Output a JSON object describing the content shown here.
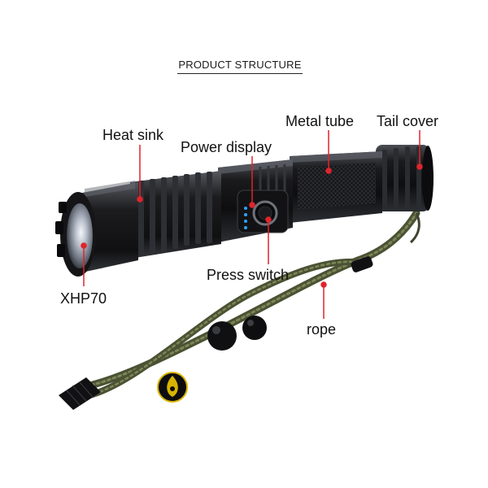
{
  "title": "PRODUCT STRUCTURE",
  "labels": {
    "heat_sink": "Heat sink",
    "power_display": "Power display",
    "metal_tube": "Metal tube",
    "tail_cover": "Tail cover",
    "press_switch": "Press switch",
    "xhp70": "XHP70",
    "rope": "rope"
  },
  "colors": {
    "body": "#1b1b1d",
    "highlight": "#5b5f66",
    "leader": "#e0242c",
    "rope": "#59603f",
    "badge": "#d9b400"
  }
}
